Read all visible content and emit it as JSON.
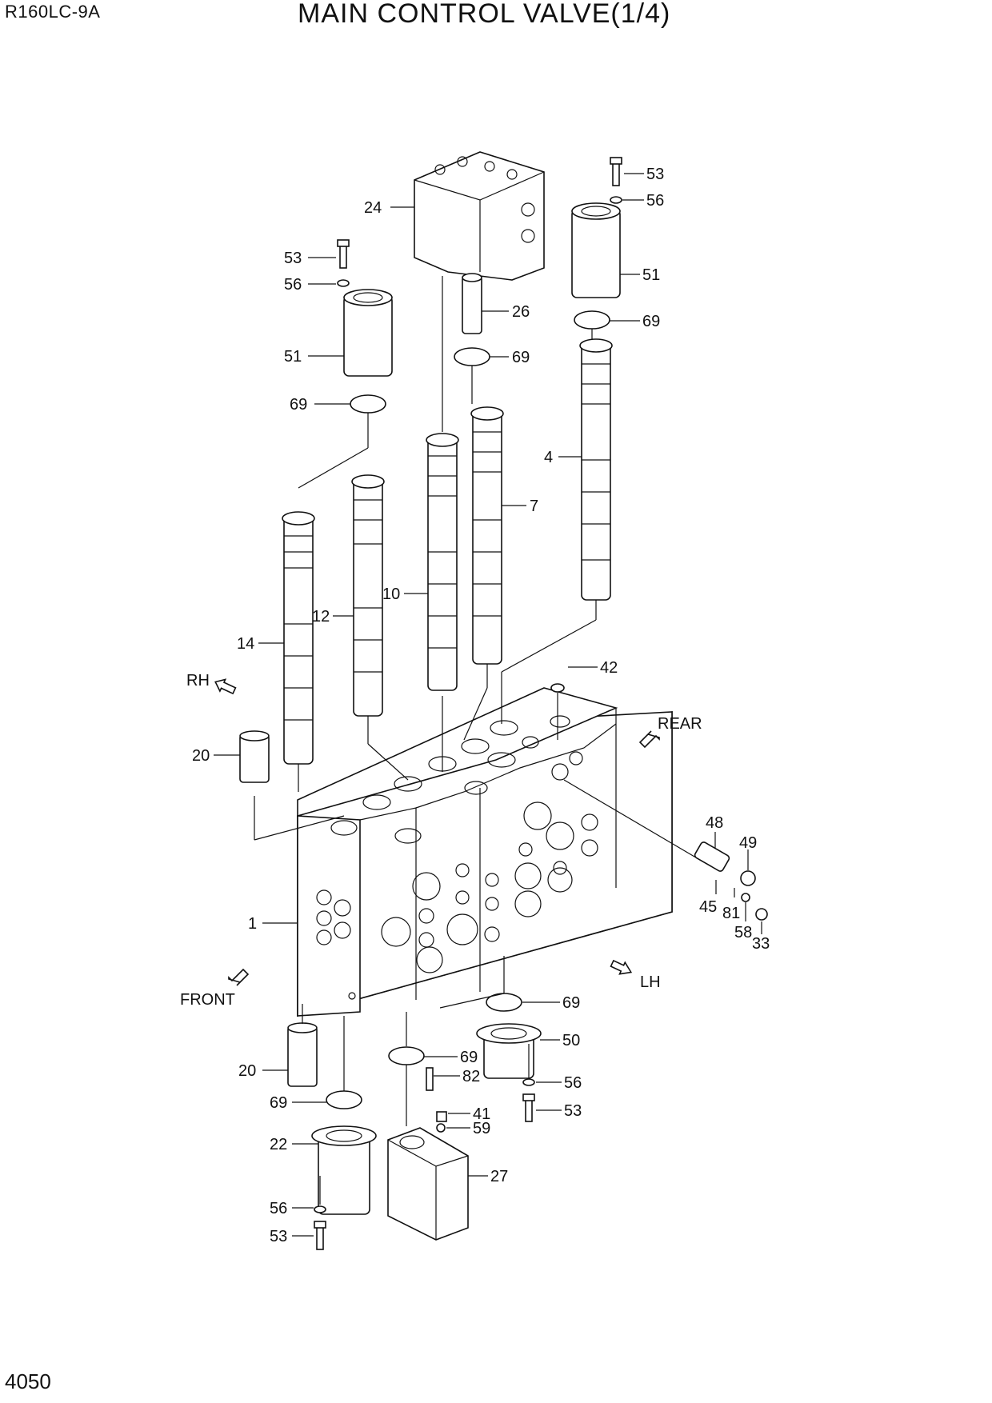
{
  "header": {
    "model": "R160LC-9A",
    "title": "MAIN CONTROL VALVE(1/4)"
  },
  "footer": {
    "page_number": "4050"
  },
  "directions": {
    "rh": "RH",
    "rear": "REAR",
    "front": "FRONT",
    "lh": "LH"
  },
  "callouts": [
    "53",
    "56",
    "24",
    "51",
    "53",
    "56",
    "26",
    "69",
    "51",
    "69",
    "69",
    "4",
    "7",
    "10",
    "12",
    "14",
    "42",
    "20",
    "48",
    "49",
    "45",
    "81",
    "58",
    "33",
    "1",
    "69",
    "50",
    "69",
    "82",
    "56",
    "20",
    "69",
    "41",
    "59",
    "53",
    "22",
    "27",
    "56",
    "53"
  ]
}
